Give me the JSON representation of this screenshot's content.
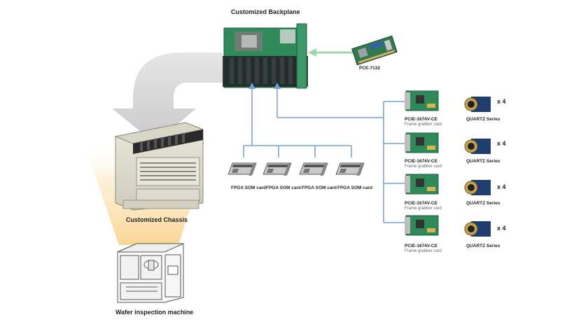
{
  "backplane": {
    "label": "Customized Backplane"
  },
  "sbc": {
    "label": "PCE-7132"
  },
  "chassis": {
    "label": "Customized Chassis"
  },
  "machine": {
    "label": "Wafer inspection machine"
  },
  "som_cards": [
    {
      "label": "FPGA SOM card"
    },
    {
      "label": "FPGA SOM card"
    },
    {
      "label": "FPGA SOM card"
    },
    {
      "label": "FPGA SOM card"
    }
  ],
  "grabbers": [
    {
      "model": "PCIE-1674V-CE",
      "desc": "Frame grabber card",
      "camera": "QUARTZ Series",
      "qty": "x 4"
    },
    {
      "model": "PCIE-1674V-CE",
      "desc": "Frame grabber card",
      "camera": "QUARTZ Series",
      "qty": "x 4"
    },
    {
      "model": "PCIE-1674V-CE",
      "desc": "Frame grabber card",
      "camera": "QUARTZ Series",
      "qty": "x 4"
    },
    {
      "model": "PCIE-1674V-CE",
      "desc": "Frame grabber card",
      "camera": "QUARTZ Series",
      "qty": "x 4"
    }
  ],
  "colors": {
    "connector": "#6f9fd6",
    "sbc_arrow": "#9fd7a8",
    "big_arrow": "#d6d6d6",
    "pcb_green": "#2f8a5a",
    "spotlight": "#f7c66a"
  }
}
